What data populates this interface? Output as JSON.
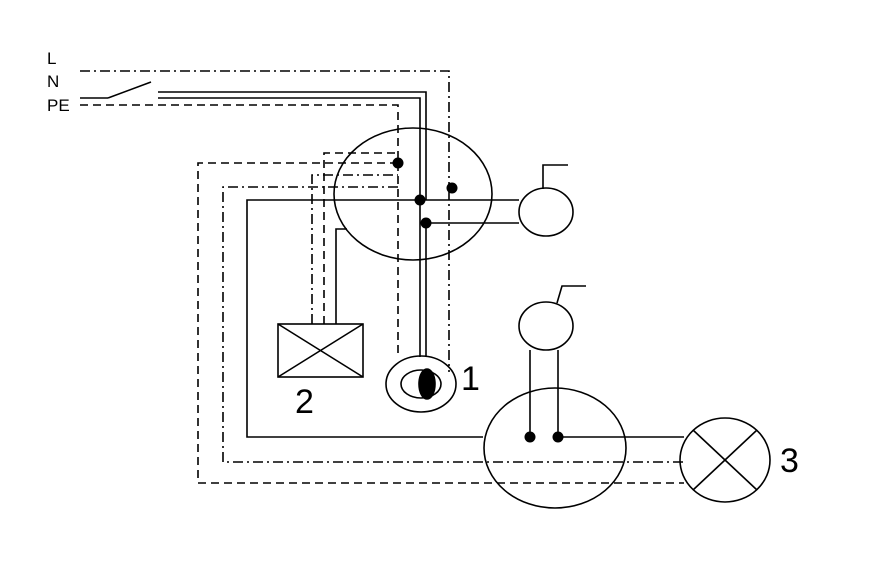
{
  "labels": {
    "line": "L",
    "neutral": "N",
    "protective_earth": "PE",
    "item_1": "1",
    "item_2": "2",
    "item_3": "3"
  },
  "legend_styles": {
    "L": "dash-dot",
    "N": "solid",
    "PE": "dashed"
  },
  "colors": {
    "stroke": "#000000",
    "background": "#ffffff"
  }
}
